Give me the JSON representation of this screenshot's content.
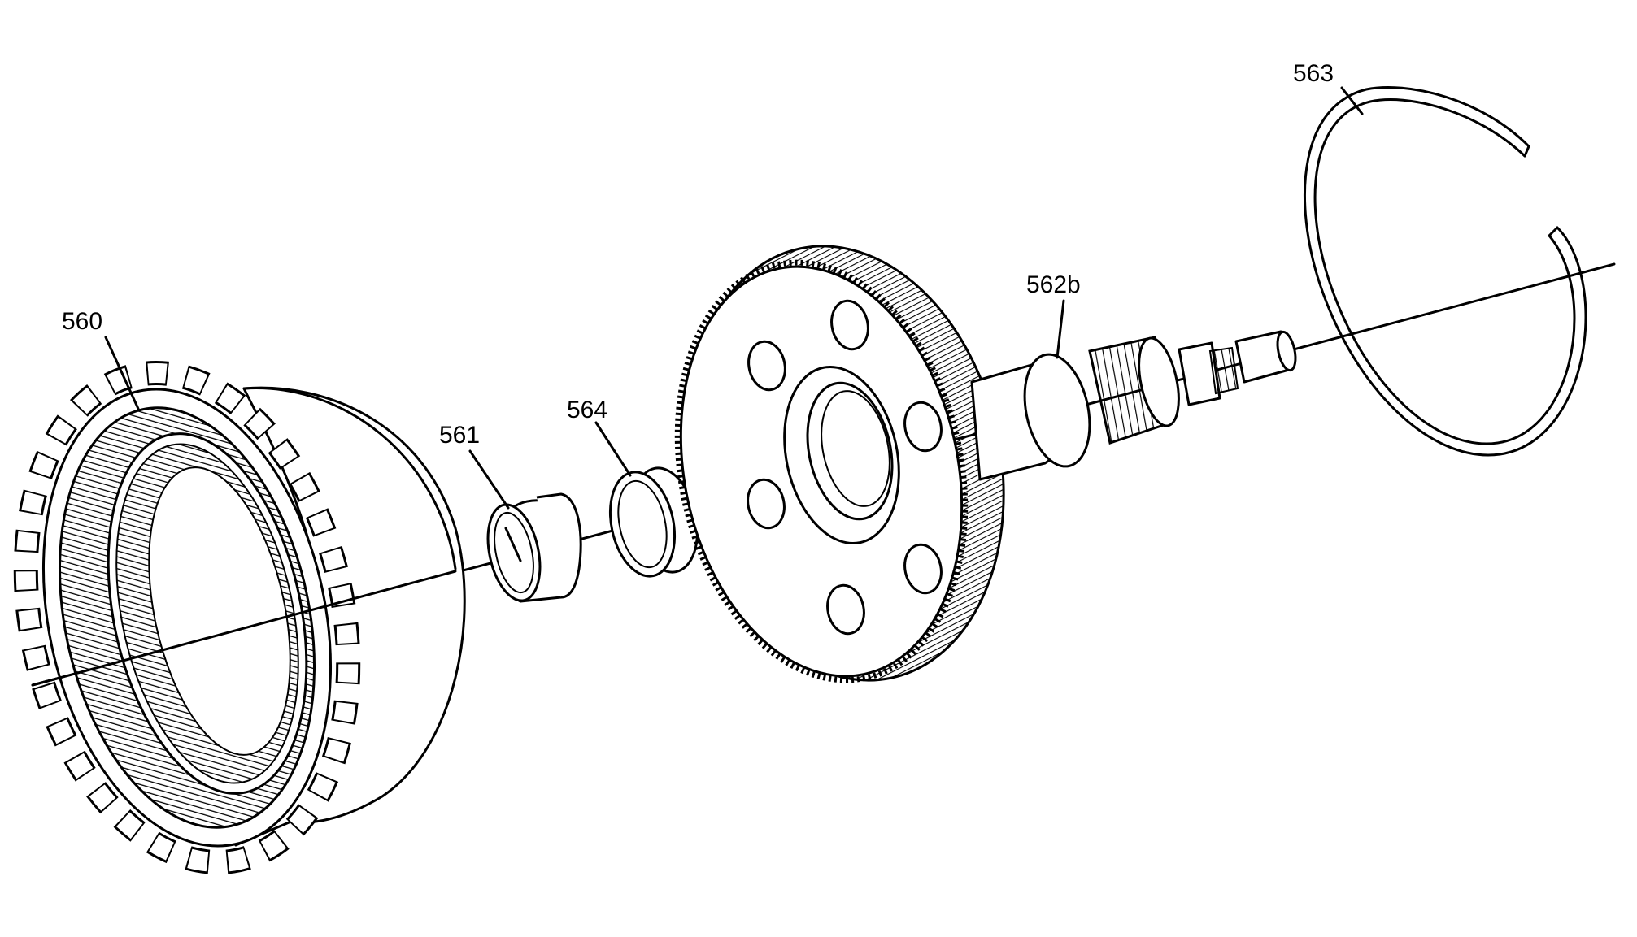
{
  "diagram": {
    "parts": [
      {
        "id": "560",
        "label": "560"
      },
      {
        "id": "561",
        "label": "561"
      },
      {
        "id": "564",
        "label": "564"
      },
      {
        "id": "562b",
        "label": "562b"
      },
      {
        "id": "563",
        "label": "563"
      }
    ]
  }
}
